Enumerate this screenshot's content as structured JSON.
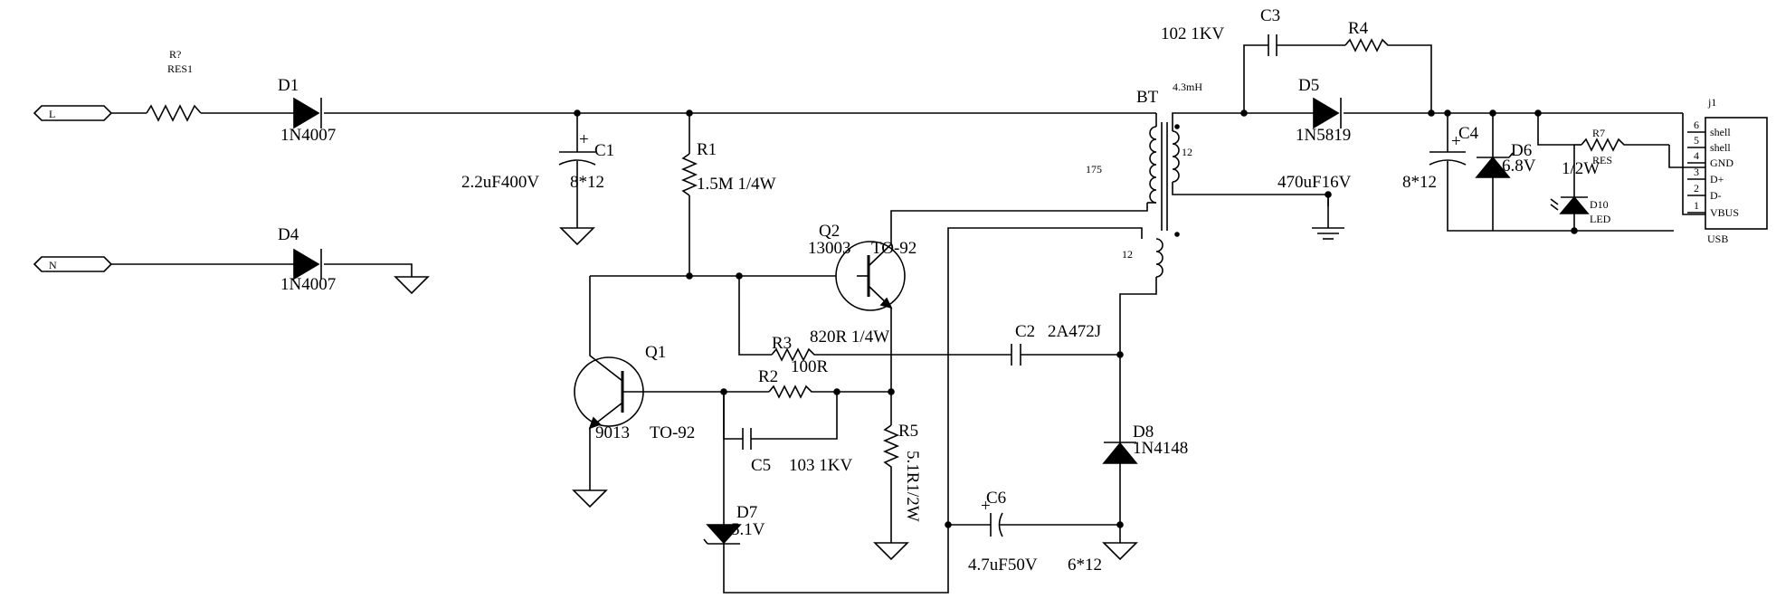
{
  "inputs": {
    "line": "L",
    "neutral": "N"
  },
  "components": {
    "r_in": {
      "ref": "R?",
      "value": "RES1"
    },
    "d1": {
      "ref": "D1",
      "value": "1N4007"
    },
    "d4": {
      "ref": "D4",
      "value": "1N4007"
    },
    "c1": {
      "ref": "C1",
      "value": "2.2uF400V",
      "size": "8*12"
    },
    "r1": {
      "ref": "R1",
      "value": "1.5M 1/4W"
    },
    "q2": {
      "ref": "Q2",
      "part": "13003",
      "pkg": "TO-92"
    },
    "q1": {
      "ref": "Q1",
      "part": "9013",
      "pkg": "TO-92"
    },
    "r3": {
      "ref": "R3",
      "value": "820R 1/4W"
    },
    "r2": {
      "ref": "R2",
      "value": "100R"
    },
    "c5": {
      "ref": "C5",
      "value": "103 1KV"
    },
    "d7": {
      "ref": "D7",
      "value": "5.1V"
    },
    "r5": {
      "ref": "R5",
      "value": "5.1R1/2W"
    },
    "c2": {
      "ref": "C2",
      "value": "2A472J"
    },
    "d8": {
      "ref": "D8",
      "value": "1N4148"
    },
    "c6": {
      "ref": "C6",
      "value": "4.7uF50V",
      "size": "6*12"
    },
    "bt": {
      "ref": "BT",
      "inductance": "4.3mH",
      "primary": "175",
      "secondary": "12",
      "feedback": "12"
    },
    "c3": {
      "ref": "C3",
      "value": "102 1KV"
    },
    "r4": {
      "ref": "R4"
    },
    "d5": {
      "ref": "D5",
      "value": "1N5819"
    },
    "c4": {
      "ref": "C4",
      "value": "470uF16V",
      "size": "8*12"
    },
    "d6": {
      "ref": "D6",
      "value": "6.8V",
      "power": "1/2W"
    },
    "r7": {
      "ref": "R7",
      "value": "RES"
    },
    "d10": {
      "ref": "D10",
      "value": "LED"
    },
    "j1": {
      "ref": "j1",
      "type": "USB",
      "pins": [
        {
          "num": "6",
          "name": "shell"
        },
        {
          "num": "5",
          "name": "shell"
        },
        {
          "num": "4",
          "name": "GND"
        },
        {
          "num": "3",
          "name": "D+"
        },
        {
          "num": "2",
          "name": "D-"
        },
        {
          "num": "1",
          "name": "VBUS"
        }
      ]
    }
  },
  "symbols": {
    "plus": "+"
  }
}
